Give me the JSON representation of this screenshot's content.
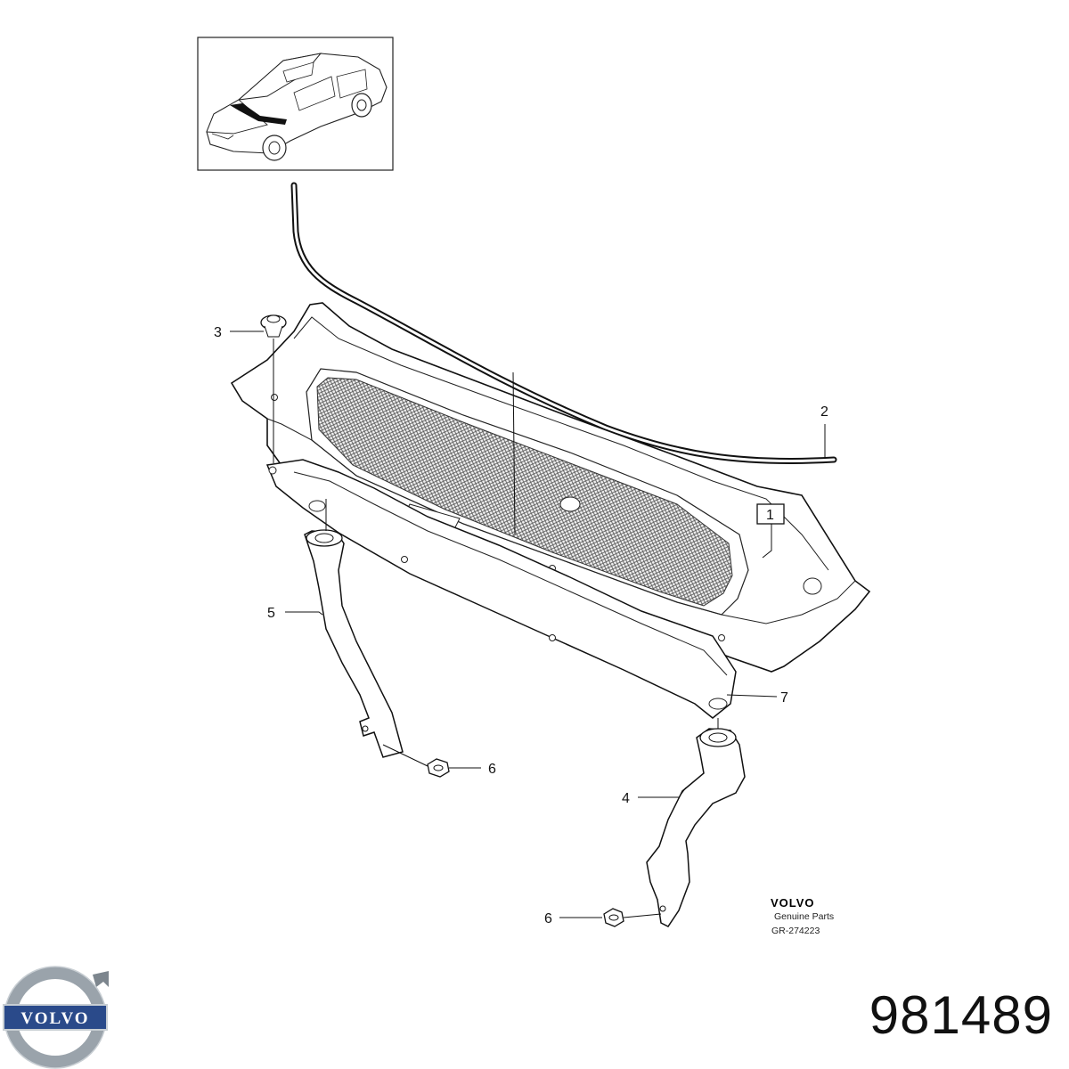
{
  "callouts": {
    "c1": "1",
    "c2": "2",
    "c3": "3",
    "c4": "4",
    "c5": "5",
    "c6a": "6",
    "c6b": "6",
    "c7": "7"
  },
  "footer": {
    "brand": "VOLVO",
    "genuine": "Genuine Parts",
    "drawing_ref": "GR-274223"
  },
  "logo": {
    "text": "VOLVO",
    "ring_color": "#9aa3ab",
    "band_color": "#2a4a8a"
  },
  "part_number": "981489"
}
